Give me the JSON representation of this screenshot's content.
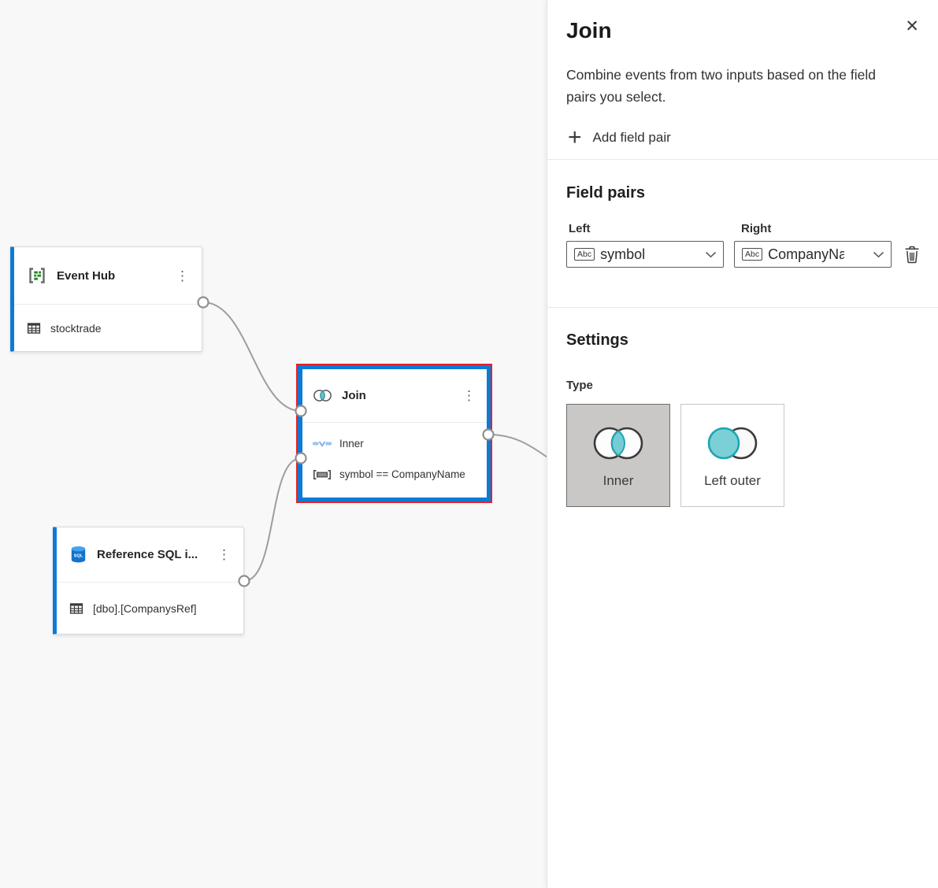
{
  "icons": {
    "kebab": "⋮",
    "close": "✕",
    "plus": "+",
    "abc_badge": "Abc"
  },
  "canvas": {
    "nodes": {
      "event_hub": {
        "title": "Event Hub",
        "table": "stocktrade"
      },
      "join": {
        "title": "Join",
        "join_type": "Inner",
        "condition": "symbol == CompanyName",
        "selected": true
      },
      "reference_sql": {
        "title": "Reference SQL i...",
        "table": "[dbo].[CompanysRef]"
      }
    }
  },
  "panel": {
    "title": "Join",
    "description": "Combine events from two inputs based on the field pairs you select.",
    "add_field_pair": "Add field pair",
    "field_pairs": {
      "heading": "Field pairs",
      "left_label": "Left",
      "right_label": "Right",
      "left_value": "symbol",
      "right_value": "CompanyName"
    },
    "settings": {
      "heading": "Settings",
      "type_label": "Type",
      "options": [
        {
          "label": "Inner",
          "selected": true
        },
        {
          "label": "Left outer",
          "selected": false
        }
      ]
    }
  },
  "colors": {
    "accent_blue": "#0d7ad4",
    "selection_red": "#e8202a",
    "teal_fill": "#7bd0d7",
    "teal_stroke": "#21a7b4",
    "edge_gray": "#9e9e9e",
    "canvas_bg": "#f8f8f8"
  }
}
